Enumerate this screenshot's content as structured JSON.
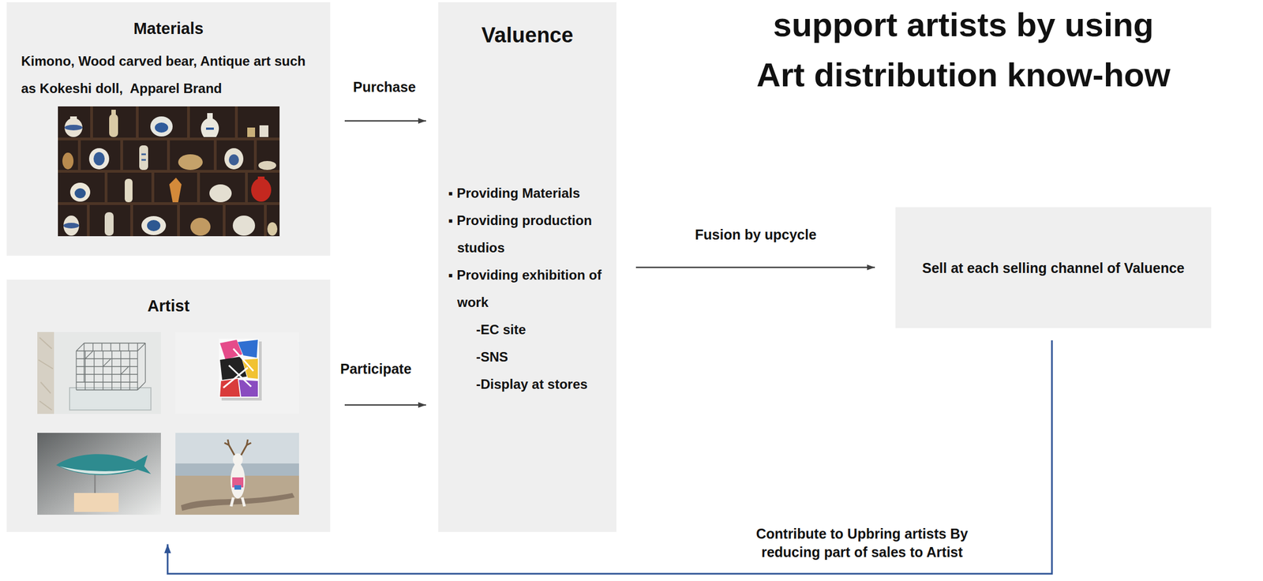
{
  "diagram": {
    "title": "support artists by using Art distribution know-how",
    "nodes": [
      {
        "text": [
          "Materials",
          "Kimono, Wood carved bear, Antique art such as Kokeshi doll,  Apparel Brand"
        ]
      },
      {
        "text": [
          "Artist"
        ]
      },
      {
        "text": [
          "Valuence",
          "▪ Providing Materials",
          "▪ Providing production studios",
          "▪ Providing exhibition of work",
          "-EC site",
          "-SNS",
          "-Display at stores"
        ]
      },
      {
        "text": [
          "Sell at each selling channel of Valuence"
        ]
      }
    ],
    "edges": [
      {
        "from": 0,
        "to": 2,
        "label": "Purchase",
        "arrow": "to"
      },
      {
        "from": 1,
        "to": 2,
        "label": "Participate",
        "arrow": "to"
      },
      {
        "from": 2,
        "to": 3,
        "label": "Fusion by upcycle",
        "arrow": "to"
      },
      {
        "from": 3,
        "to": 1,
        "label": "Contribute to Upbring artists By reducing part of sales to Artist",
        "arrow": "to"
      }
    ]
  }
}
